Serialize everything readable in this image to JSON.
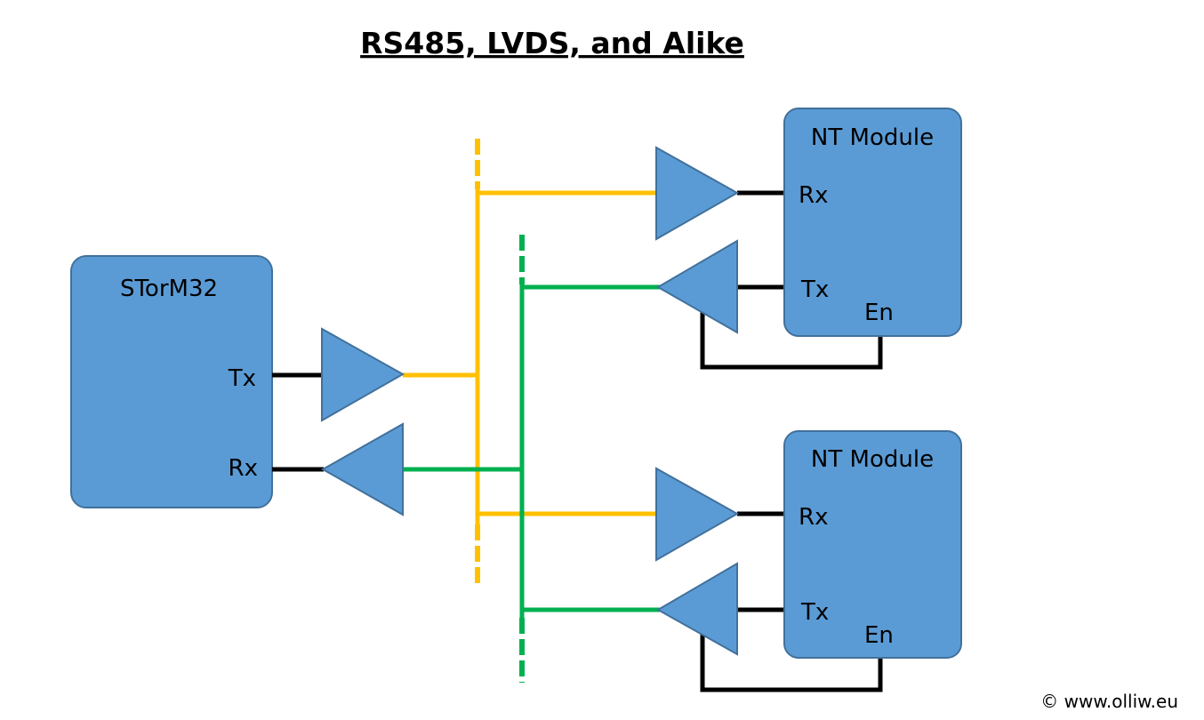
{
  "title": "RS485, LVDS, and Alike",
  "colors": {
    "block_fill": "#5b9bd5",
    "block_border": "#41719c",
    "tx_bus": "#ffc000",
    "rx_bus": "#00b050",
    "signal": "#000000"
  },
  "host": {
    "name": "STorM32",
    "ports": {
      "tx": "Tx",
      "rx": "Rx"
    }
  },
  "modules": [
    {
      "name": "NT Module",
      "ports": {
        "rx": "Rx",
        "tx": "Tx",
        "en": "En"
      }
    },
    {
      "name": "NT Module",
      "ports": {
        "rx": "Rx",
        "tx": "Tx",
        "en": "En"
      }
    }
  ],
  "buses": [
    {
      "id": "host-tx-bus",
      "color": "yellow"
    },
    {
      "id": "host-rx-bus",
      "color": "green"
    }
  ],
  "copyright": "© www.olliw.eu"
}
